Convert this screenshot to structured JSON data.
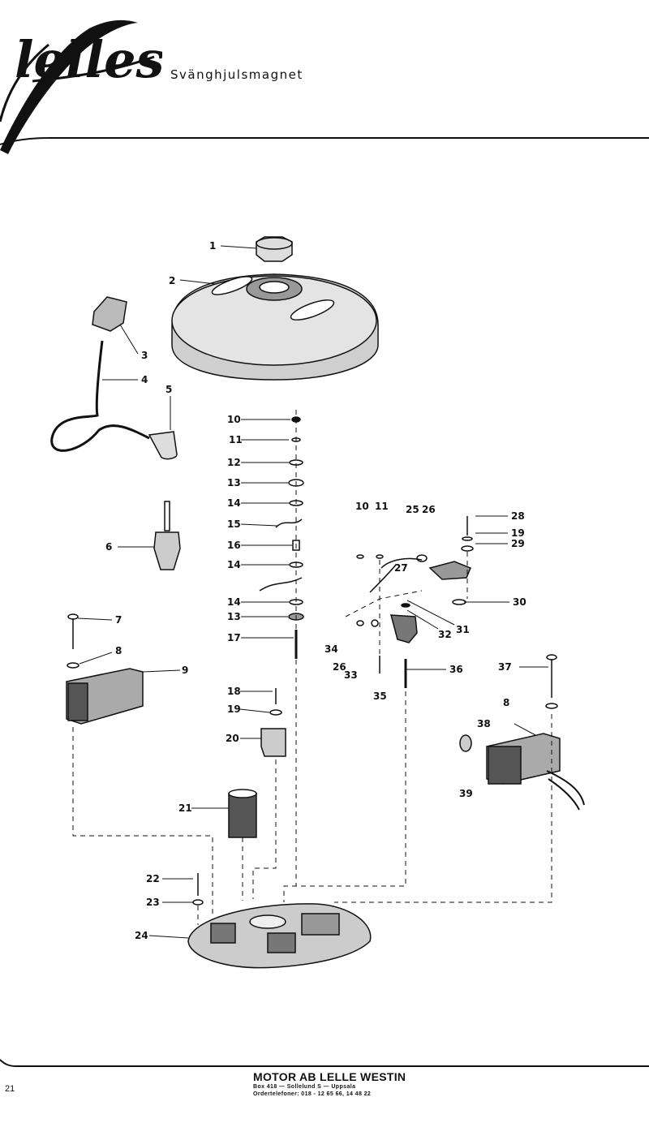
{
  "header": {
    "logo_text": "lelles",
    "subtitle": "Svänghjulsmagnet"
  },
  "parts": [
    {
      "id": "1",
      "label": "1"
    },
    {
      "id": "2",
      "label": "2"
    },
    {
      "id": "3",
      "label": "3"
    },
    {
      "id": "4",
      "label": "4"
    },
    {
      "id": "5",
      "label": "5"
    },
    {
      "id": "6",
      "label": "6"
    },
    {
      "id": "7",
      "label": "7"
    },
    {
      "id": "8a",
      "label": "8"
    },
    {
      "id": "9",
      "label": "9"
    },
    {
      "id": "10a",
      "label": "10"
    },
    {
      "id": "11a",
      "label": "11"
    },
    {
      "id": "12",
      "label": "12"
    },
    {
      "id": "13a",
      "label": "13"
    },
    {
      "id": "14a",
      "label": "14"
    },
    {
      "id": "15",
      "label": "15"
    },
    {
      "id": "16",
      "label": "16"
    },
    {
      "id": "14b",
      "label": "14"
    },
    {
      "id": "14c",
      "label": "14"
    },
    {
      "id": "13b",
      "label": "13"
    },
    {
      "id": "17",
      "label": "17"
    },
    {
      "id": "18",
      "label": "18"
    },
    {
      "id": "19a",
      "label": "19"
    },
    {
      "id": "20",
      "label": "20"
    },
    {
      "id": "21",
      "label": "21"
    },
    {
      "id": "22",
      "label": "22"
    },
    {
      "id": "23",
      "label": "23"
    },
    {
      "id": "24",
      "label": "24"
    },
    {
      "id": "10b",
      "label": "10"
    },
    {
      "id": "11b",
      "label": "11"
    },
    {
      "id": "25",
      "label": "25"
    },
    {
      "id": "26a",
      "label": "26"
    },
    {
      "id": "28",
      "label": "28"
    },
    {
      "id": "19b",
      "label": "19"
    },
    {
      "id": "29",
      "label": "29"
    },
    {
      "id": "27",
      "label": "27"
    },
    {
      "id": "30",
      "label": "30"
    },
    {
      "id": "31",
      "label": "31"
    },
    {
      "id": "32",
      "label": "32"
    },
    {
      "id": "34",
      "label": "34"
    },
    {
      "id": "26b",
      "label": "26"
    },
    {
      "id": "33",
      "label": "33"
    },
    {
      "id": "35",
      "label": "35"
    },
    {
      "id": "36",
      "label": "36"
    },
    {
      "id": "37",
      "label": "37"
    },
    {
      "id": "8b",
      "label": "8"
    },
    {
      "id": "38",
      "label": "38"
    },
    {
      "id": "39",
      "label": "39"
    }
  ],
  "footer": {
    "company": "MOTOR AB LELLE WESTIN",
    "address": "Box 418 — Sollelund S — Uppsala",
    "phones": "Ordertelefoner: 018 - 12 65 66, 14 48 22",
    "page_number": "21"
  }
}
